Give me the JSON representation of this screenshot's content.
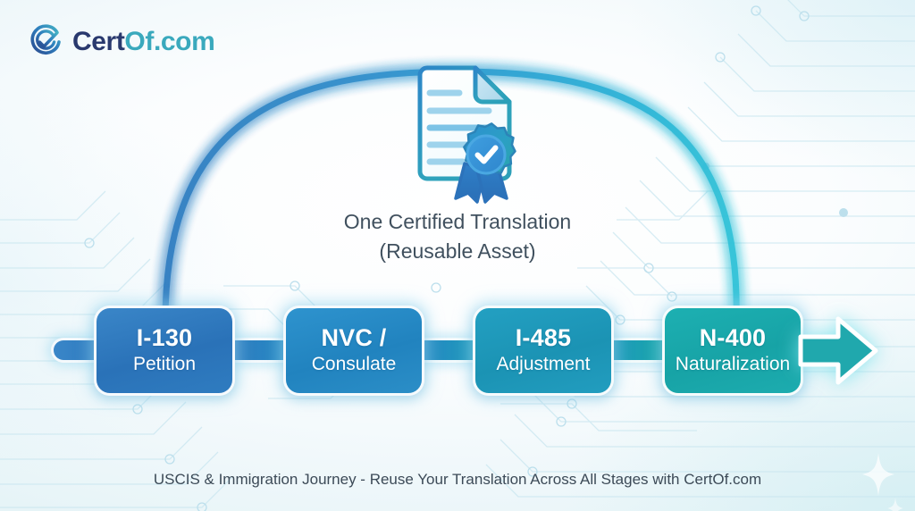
{
  "brand": {
    "logo_icon": "circle-check-logo-icon",
    "name_part1": "Cert",
    "name_part2": "Of",
    "name_part3": ".com",
    "name_full": "CertOf.com",
    "color_dark": "#29396e",
    "color_teal": "#3aa9bd"
  },
  "hero": {
    "illustration": "certified-document-with-ribbon-seal-icon",
    "caption_line1": "One Certified Translation",
    "caption_line2": "(Reusable Asset)",
    "caption_color": "#40505e"
  },
  "arc": {
    "label": "reuse-arc",
    "color_start": "#2f7cc0",
    "color_end": "#2ec2d8"
  },
  "flow": {
    "stages": [
      {
        "code": "I-130",
        "sub": "Petition",
        "color": "#2f7cc0"
      },
      {
        "code": "NVC /",
        "sub": "Consulate",
        "color": "#2689c3"
      },
      {
        "code": "I-485",
        "sub": "Adjustment",
        "color": "#1f99bb"
      },
      {
        "code": "N-400",
        "sub": "Naturalization",
        "color": "#19a7aa"
      }
    ],
    "end_arrow_icon": "arrow-right-icon",
    "end_arrow_color": "#20a8ad"
  },
  "footer": {
    "caption": "USCIS & Immigration Journey - Reuse Your Translation Across All Stages with CertOf.com",
    "color": "#3c4a57"
  },
  "decor": {
    "background_pattern": "circuit-board-traces",
    "sparkle_icon": "four-point-star-icon"
  }
}
